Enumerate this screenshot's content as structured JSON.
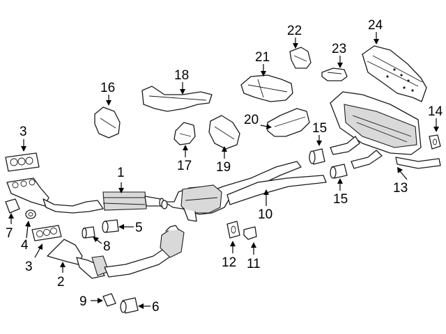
{
  "callouts": {
    "c1": "1",
    "c2": "2",
    "c3a": "3",
    "c3b": "3",
    "c4": "4",
    "c5": "5",
    "c6": "6",
    "c7": "7",
    "c8": "8",
    "c9": "9",
    "c10": "10",
    "c11": "11",
    "c12": "12",
    "c13": "13",
    "c14": "14",
    "c15a": "15",
    "c15b": "15",
    "c16": "16",
    "c17": "17",
    "c18": "18",
    "c19": "19",
    "c20": "20",
    "c21": "21",
    "c22": "22",
    "c23": "23",
    "c24": "24"
  }
}
